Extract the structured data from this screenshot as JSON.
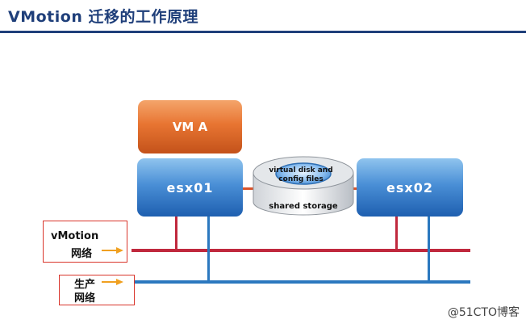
{
  "header": {
    "title": "VMotion 迁移的工作原理"
  },
  "vm": {
    "label": "VM A"
  },
  "hosts": [
    {
      "label": "esx01"
    },
    {
      "label": "esx02"
    }
  ],
  "storage": {
    "disk_label": "virtual disk and config files",
    "label": "shared storage"
  },
  "networks": {
    "vmotion": {
      "line1": "vMotion",
      "line2": "网络"
    },
    "production": {
      "line1": "生产",
      "line2": "网络"
    }
  },
  "watermark": "@51CTO博客",
  "colors": {
    "title": "#1f3f7a",
    "vm_box": "#e87532",
    "host_box": "#2a6fc4",
    "vmotion_network": "#c0283d",
    "production_network": "#2b78bf",
    "label_border": "#d9352b",
    "arrow": "#f0a020"
  }
}
